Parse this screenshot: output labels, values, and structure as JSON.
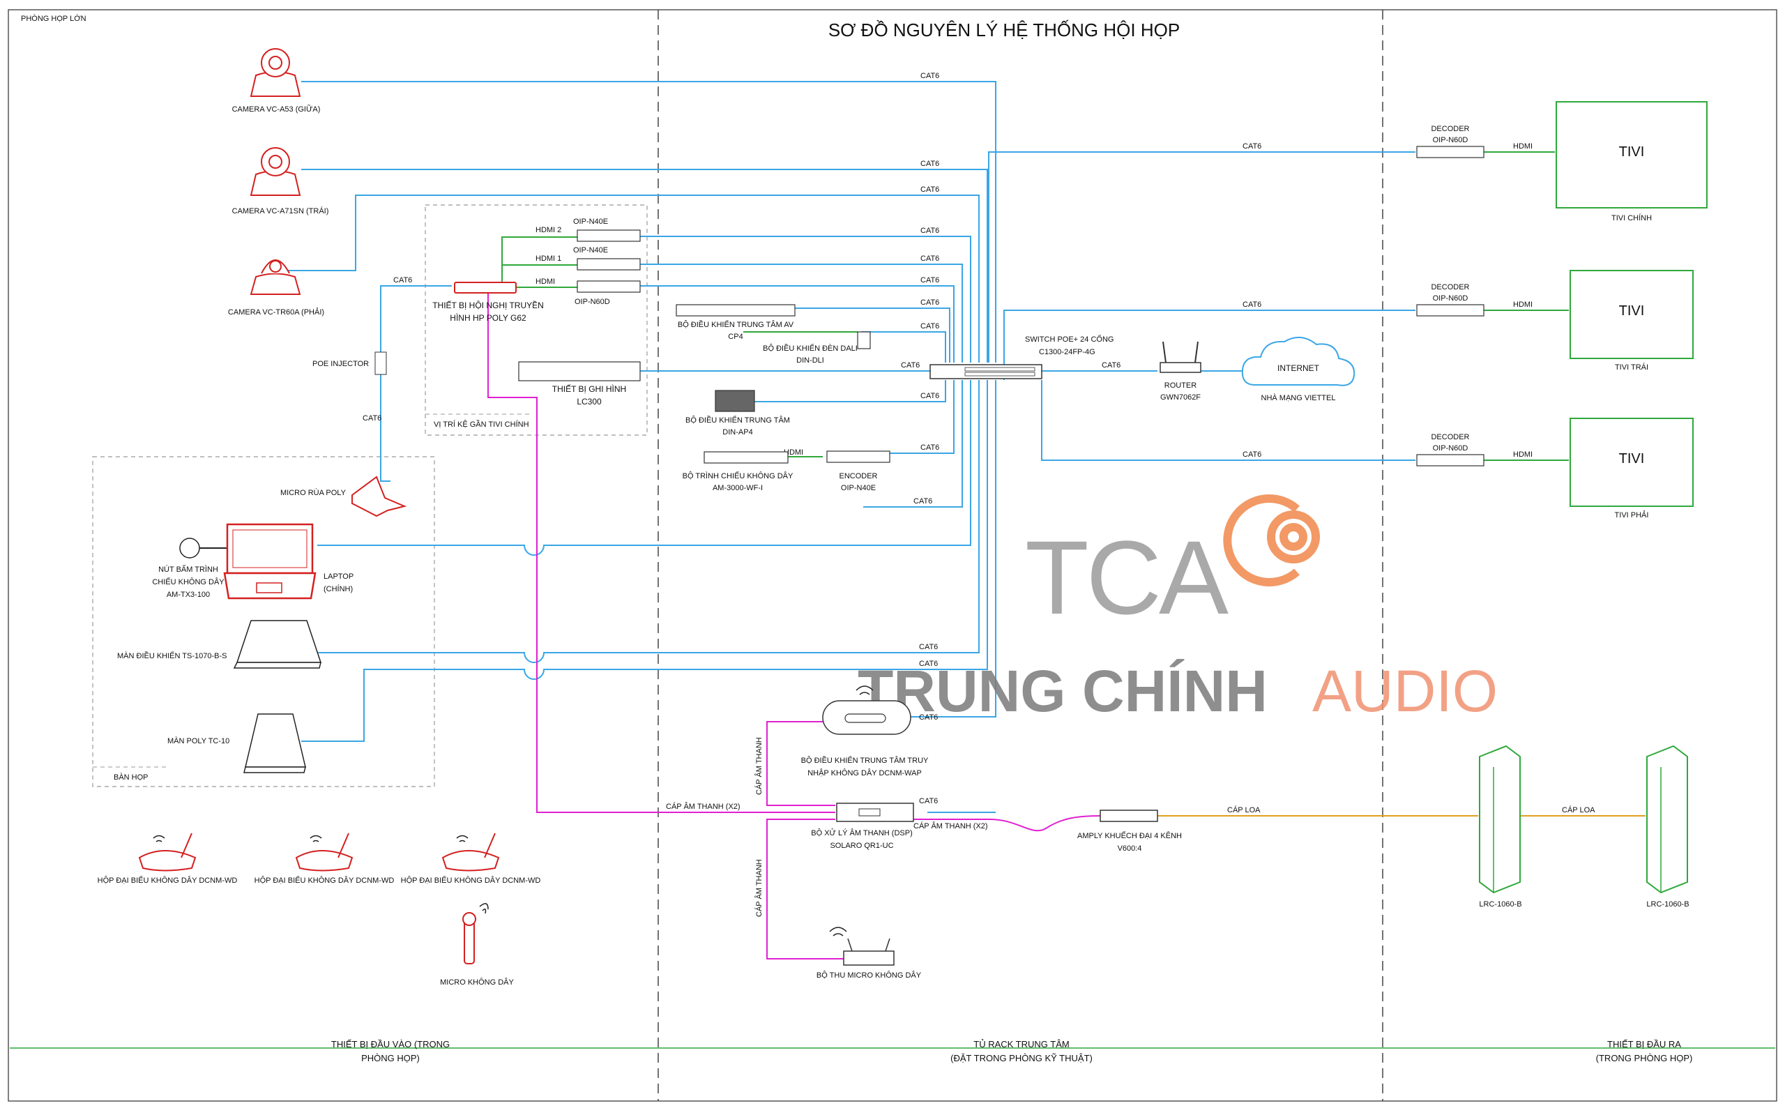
{
  "header": {
    "room": "PHÒNG HỌP LỚN",
    "title": "SƠ ĐỒ NGUYÊN LÝ HỆ THỐNG HỘI HỌP"
  },
  "zones": [
    {
      "line1": "THIẾT BỊ ĐẦU VÀO (TRONG",
      "line2": "PHÒNG HỌP)"
    },
    {
      "line1": "TỦ RACK TRUNG TÂM",
      "line2": "(ĐẶT TRONG PHÒNG KỸ THUẬT)"
    },
    {
      "line1": "THIẾT BỊ ĐẦU RA",
      "line2": "(TRONG PHÒNG HỌP)"
    }
  ],
  "groups": {
    "tv_shelf": "VỊ TRÍ KỆ GẦN TIVI CHÍNH",
    "table": "BÀN HỌP"
  },
  "devices": {
    "cam1": "CAMERA VC-A53 (GIỮA)",
    "cam2": "CAMERA VC-A71SN (TRÁI)",
    "cam3": "CAMERA VC-TR60A (PHẢI)",
    "poe": "POE INJECTOR",
    "g62_l1": "THIẾT BỊ HỘI NGHỊ TRUYỀN",
    "g62_l2": "HÌNH HP POLY G62",
    "lc300_l1": "THIẾT BỊ GHI HÌNH",
    "lc300_l2": "LC300",
    "enc1": "OIP-N40E",
    "enc2": "OIP-N40E",
    "dec0": "OIP-N60D",
    "mic_poly": "MICRO RÙA POLY",
    "btn_l1": "NÚT BẤM TRÌNH",
    "btn_l2": "CHIẾU KHÔNG DÂY",
    "btn_l3": "AM-TX3-100",
    "laptop_l1": "LAPTOP",
    "laptop_l2": "(CHÍNH)",
    "ts1070": "MÀN ĐIỀU KHIỂN TS-1070-B-S",
    "tc10": "MÀN POLY TC-10",
    "wd1": "HỘP ĐẠI BIỂU KHÔNG DÂY DCNM-WD",
    "wd2": "HỘP ĐẠI BIỂU KHÔNG DÂY DCNM-WD",
    "wd3": "HỘP ĐẠI BIỂU KHÔNG DÂY DCNM-WD",
    "wmic": "MICRO KHÔNG DÂY",
    "cp4_l1": "BỘ ĐIỀU KHIỂN TRUNG TÂM AV",
    "cp4_l2": "CP4",
    "dali_l1": "BỘ ĐIỀU KHIỂN ĐÈN DALI",
    "dali_l2": "DIN-DLI",
    "ap4_l1": "BỘ ĐIỀU KHIỂN TRUNG TÂM",
    "ap4_l2": "DIN-AP4",
    "am3000_l1": "BỘ TRÌNH CHIẾU KHÔNG DÂY",
    "am3000_l2": "AM-3000-WF-I",
    "enc3_l1": "ENCODER",
    "enc3_l2": "OIP-N40E",
    "switch_l1": "SWITCH POE+ 24 CỔNG",
    "switch_l2": "C1300-24FP-4G",
    "router_l1": "ROUTER",
    "router_l2": "GWN7062F",
    "internet": "INTERNET",
    "isp": "NHÀ MẠNG VIETTEL",
    "wap_l1": "BỘ ĐIỀU KHIỂN TRUNG TÂM TRUY",
    "wap_l2": "NHẬP KHÔNG DÂY DCNM-WAP",
    "dsp_l1": "BỘ XỬ LÝ ÂM THANH (DSP)",
    "dsp_l2": "SOLARO QR1-UC",
    "amp_l1": "AMPLY KHUẾCH ĐẠI 4 KÊNH",
    "amp_l2": "V600:4",
    "rx": "BỘ THU MICRO KHÔNG DÂY",
    "spk1": "LRC-1060-B",
    "spk2": "LRC-1060-B",
    "decA_l1": "DECODER",
    "decA_l2": "OIP-N60D",
    "decB_l1": "DECODER",
    "decB_l2": "OIP-N60D",
    "decC_l1": "DECODER",
    "decC_l2": "OIP-N60D",
    "tv": "TIVI",
    "tv1": "TIVI CHÍNH",
    "tv2": "TIVI TRÁI",
    "tv3": "TIVI PHẢI"
  },
  "cables": {
    "cat6": "CAT6",
    "hdmi": "HDMI",
    "hdmi1": "HDMI 1",
    "hdmi2": "HDMI 2",
    "audio": "CÁP ÂM THANH",
    "audio_x2": "CÁP ÂM THANH (X2)",
    "speaker": "CÁP LOA"
  },
  "watermark": {
    "logo": "TCA",
    "brand1": "TRUNG CHÍNH",
    "brand2": "AUDIO"
  },
  "colors": {
    "cat6": "#3aa6e6",
    "hdmi": "#2fa83a",
    "audio": "#e020d0",
    "speaker": "#e0a020",
    "device_red": "#d42020",
    "tv_frame": "#2fa83a",
    "logo_orange": "#f08040"
  }
}
